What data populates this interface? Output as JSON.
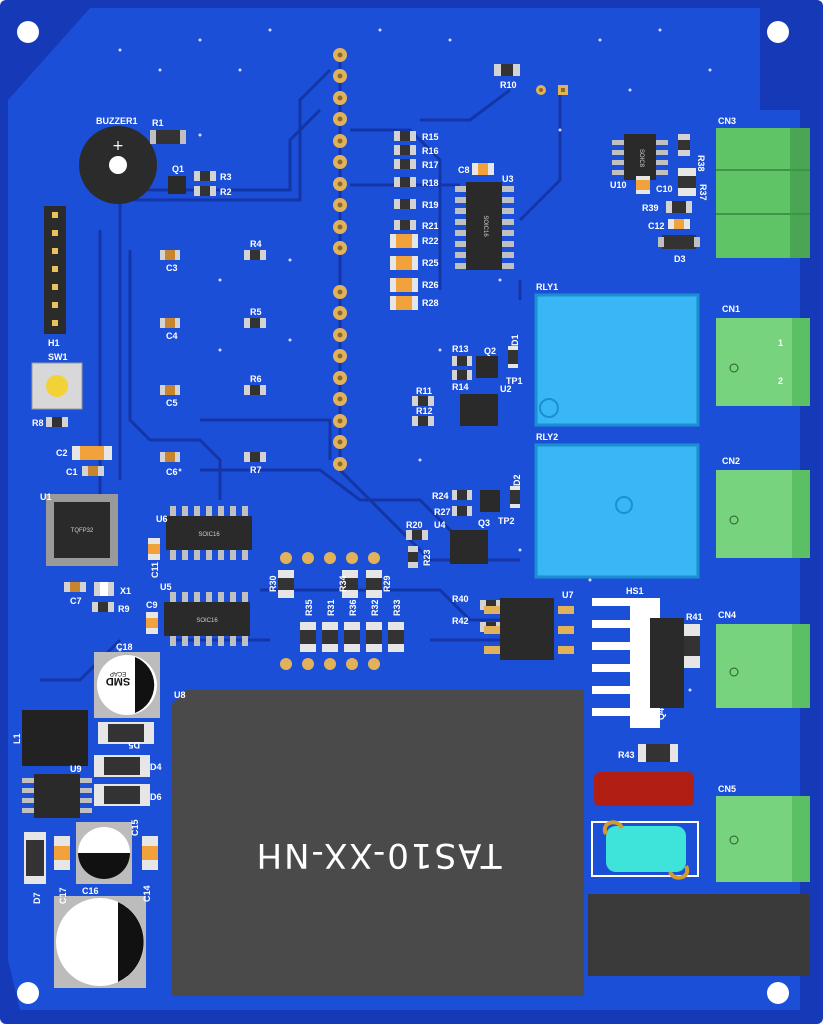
{
  "board": {
    "module_text": "TAS10-XX-NH",
    "colors": {
      "substrate": "#1747c9",
      "copper": "#1a3fb0",
      "silkscreen": "#ffffff",
      "relay": "#38b6f5",
      "terminal": "#66c96e",
      "module": "#4a4a4a",
      "pad": "#e2b25a"
    }
  },
  "labels": {
    "buzzer": "BUZZER1",
    "r1": "R1",
    "q1": "Q1",
    "r3": "R3",
    "r2": "R2",
    "h1": "H1",
    "sw1": "SW1",
    "r8": "R8",
    "c2": "C2",
    "c1": "C1",
    "u1": "U1",
    "u1_pkg": "TQFP32",
    "c7": "C7",
    "x1": "X1",
    "r9": "R9",
    "c3": "C3",
    "c4": "C4",
    "c5": "C5",
    "c6": "C6",
    "r4": "R4",
    "r5": "R5",
    "r6": "R6",
    "r7": "R7",
    "r10": "R10",
    "r15": "R15",
    "r16": "R16",
    "r17": "R17",
    "r18": "R18",
    "r19": "R19",
    "r21": "R21",
    "r22": "R22",
    "r25": "R25",
    "r26": "R26",
    "r28": "R28",
    "c8": "C8",
    "u3": "U3",
    "u3_pkg": "SOIC16",
    "u10": "U10",
    "u10_pkg": "SOIC8",
    "c10": "C10",
    "r38": "R38",
    "r37": "R37",
    "r39": "R39",
    "c12": "C12",
    "d3": "D3",
    "cn3": "CN3",
    "cn1": "CN1",
    "cn2": "CN2",
    "cn4": "CN4",
    "cn5": "CN5",
    "rly1": "RLY1",
    "rly2": "RLY2",
    "d1": "D1",
    "tp1": "TP1",
    "q2": "Q2",
    "r13": "R13",
    "r11": "R11",
    "r14": "R14",
    "r12": "R12",
    "u2": "U2",
    "r24": "R24",
    "r27": "R27",
    "d2": "D2",
    "tp2": "TP2",
    "q3": "Q3",
    "u4": "U4",
    "r20": "R20",
    "r23": "R23",
    "u6": "U6",
    "u6_pkg": "SOIC16",
    "u5": "U5",
    "u5_pkg": "SOIC16",
    "c11": "C11",
    "c9": "C9",
    "r30": "R30",
    "r34": "R34",
    "r29": "R29",
    "r35": "R35",
    "r31": "R31",
    "r36": "R36",
    "r32": "R32",
    "r33": "R33",
    "r40": "R40",
    "r42": "R42",
    "u7": "U7",
    "hs1": "HS1",
    "r41": "R41",
    "q4": "Q4",
    "r43": "R43",
    "c18": "C18",
    "c18_mark": "SMD",
    "c18_sub": "ECAP",
    "u8": "U8",
    "l1": "L1",
    "d5": "D5",
    "d4": "D4",
    "d6": "D6",
    "u9": "U9",
    "c15": "C15",
    "c17": "C17",
    "c16": "C16",
    "c14": "C14",
    "d7": "D7",
    "cn_pin1": "1",
    "cn_pin2": "2"
  }
}
